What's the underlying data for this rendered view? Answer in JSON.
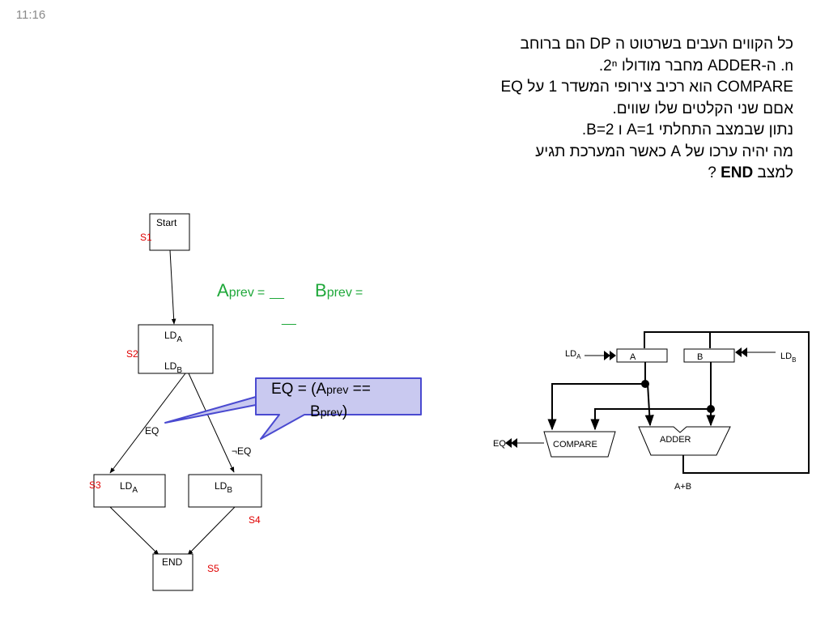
{
  "slide_number": "11:16",
  "question": {
    "line1": "כל הקווים העבים בשרטוט ה DP הם ברוחב",
    "line2": "n. ה-ADDER מחבר מודולו 2ⁿ.",
    "line3": "COMPARE הוא רכיב צירופי המשדר 1 על EQ",
    "line4": "אםם שני הקלטים שלו שווים.",
    "line5": "נתון שבמצב התחלתי A=1 ו B=2.",
    "line6": "מה יהיה ערכו של A כאשר המערכת תגיע",
    "line7_prefix": "למצב",
    "line7_bold": "END",
    "line7_suffix": "?"
  },
  "control_flow": {
    "start_label": "Start",
    "states": {
      "s1": "S1",
      "s2": "S2",
      "s3": "S3",
      "s4": "S4",
      "s5": "S5"
    },
    "ld": "LD",
    "sub_a": "A",
    "sub_b": "B",
    "end_label": "END",
    "eq_label": "EQ",
    "neq_label": "¬EQ"
  },
  "prev_values": {
    "a": "A",
    "b": "B",
    "sub": "prev",
    "equals": "=",
    "blank": "__"
  },
  "callout": {
    "line1_prefix": "EQ = (A",
    "line1_sub": "prev",
    "line1_suffix": " ==",
    "line2_prefix": "B",
    "line2_sub": "prev",
    "line2_suffix": ")",
    "fill": "#c9c9f0",
    "stroke": "#4a4ad0"
  },
  "datapath": {
    "reg_a": "A",
    "reg_b": "B",
    "ld_a_main": "LD",
    "ld_a_sub": "A",
    "ld_b_main": "LD",
    "ld_b_sub": "B",
    "compare": "COMPARE",
    "adder": "ADDER",
    "eq_out": "EQ",
    "sum_label": "A+B"
  },
  "colors": {
    "state_label": "#e00000",
    "green": "#1fa83a",
    "slide_number": "#8a8a8a"
  }
}
